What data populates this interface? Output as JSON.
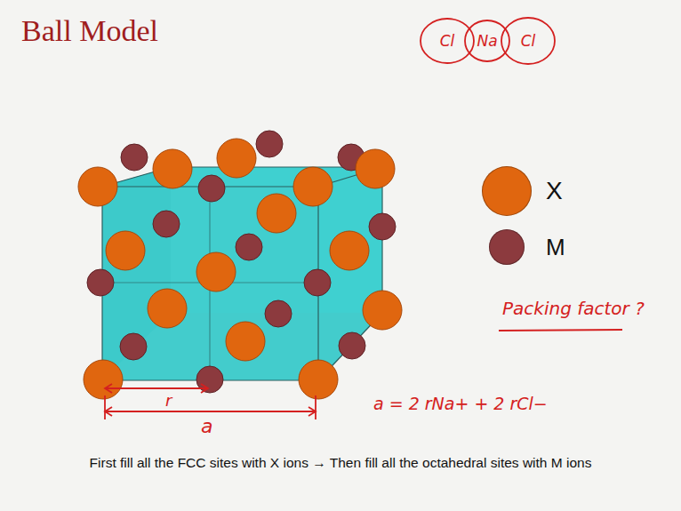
{
  "diagram": {
    "title": "Ball Model",
    "caption": "First fill all the FCC sites with X ions → Then fill all the octahedral sites with M ions",
    "nodes": [
      {
        "text": [
          "Cl"
        ]
      },
      {
        "text": [
          "Na"
        ]
      },
      {
        "text": [
          "Cl"
        ]
      }
    ],
    "labels": [
      "r",
      "a",
      "Packing factor ?",
      "a = 2 rNa+ + 2 rCl−"
    ],
    "legend": [
      {
        "text": "X",
        "color": "#e0660f"
      },
      {
        "text": "M",
        "color": "#8c3a3e"
      }
    ]
  }
}
